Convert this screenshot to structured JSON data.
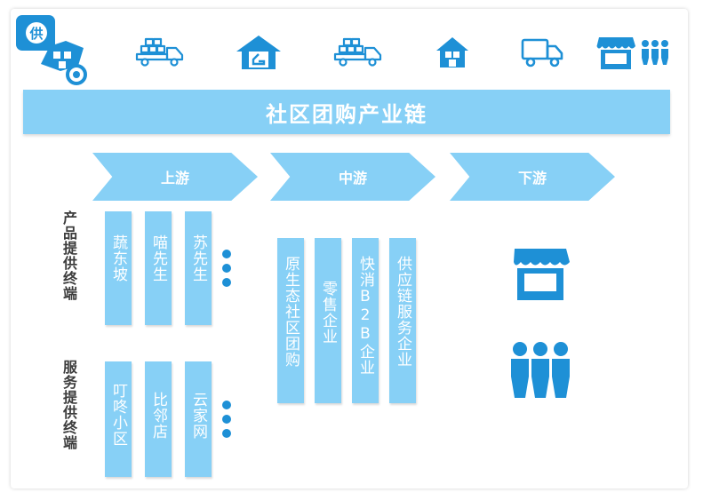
{
  "colors": {
    "accent_light": "#87d0f6",
    "accent_dark": "#1e90d6",
    "label_text": "#3c3c3c"
  },
  "logo": {
    "badge_text": "供"
  },
  "top_icons": [
    "truck-boxes-icon",
    "warehouse-icon",
    "truck-boxes-icon",
    "store-house-icon",
    "delivery-truck-icon",
    "storefront-icon",
    "people-icon"
  ],
  "title": "社区团购产业链",
  "stages": [
    "上游",
    "中游",
    "下游"
  ],
  "row_labels": {
    "products": "产品提供终端",
    "services": "服务提供终端"
  },
  "upstream": {
    "products": [
      "蔬东坡",
      "喵先生",
      "苏先生"
    ],
    "services": [
      "叮咚小区",
      "比邻店",
      "云家网"
    ]
  },
  "midstream": [
    "原生态社区团购",
    "零售企业",
    "快消B2B企业",
    "供应链服务企业"
  ],
  "downstream_icons": [
    "storefront-icon",
    "people-icon"
  ]
}
